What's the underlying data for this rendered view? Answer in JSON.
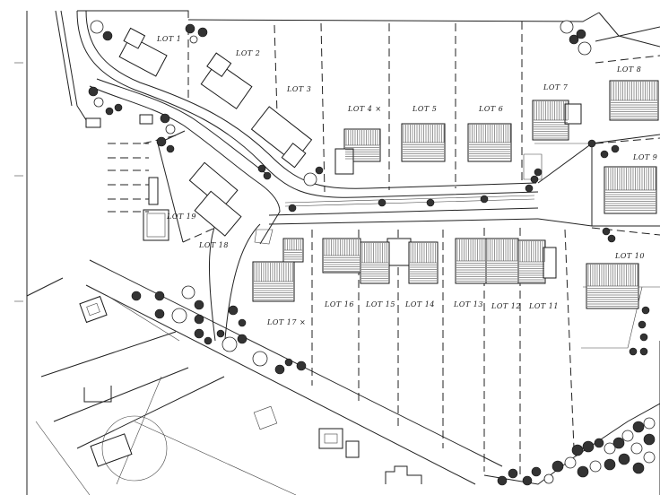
{
  "map": {
    "lots": [
      {
        "id": "lot-1",
        "label": "LOT 1"
      },
      {
        "id": "lot-2",
        "label": "LOT 2"
      },
      {
        "id": "lot-3",
        "label": "LOT 3"
      },
      {
        "id": "lot-4",
        "label": "LOT 4 ×"
      },
      {
        "id": "lot-5",
        "label": "LOT 5"
      },
      {
        "id": "lot-6",
        "label": "LOT 6"
      },
      {
        "id": "lot-7",
        "label": "LOT 7"
      },
      {
        "id": "lot-8",
        "label": "LOT 8"
      },
      {
        "id": "lot-9",
        "label": "LOT 9"
      },
      {
        "id": "lot-10",
        "label": "LOT 10"
      },
      {
        "id": "lot-11",
        "label": "LOT 11"
      },
      {
        "id": "lot-12",
        "label": "LOT 12"
      },
      {
        "id": "lot-13",
        "label": "LOT 13"
      },
      {
        "id": "lot-14",
        "label": "LOT 14"
      },
      {
        "id": "lot-15",
        "label": "LOT 15"
      },
      {
        "id": "lot-16",
        "label": "LOT 16"
      },
      {
        "id": "lot-17",
        "label": "LOT 17 ×"
      },
      {
        "id": "lot-18",
        "label": "LOT 18"
      },
      {
        "id": "lot-19",
        "label": "LOT 19"
      }
    ]
  }
}
